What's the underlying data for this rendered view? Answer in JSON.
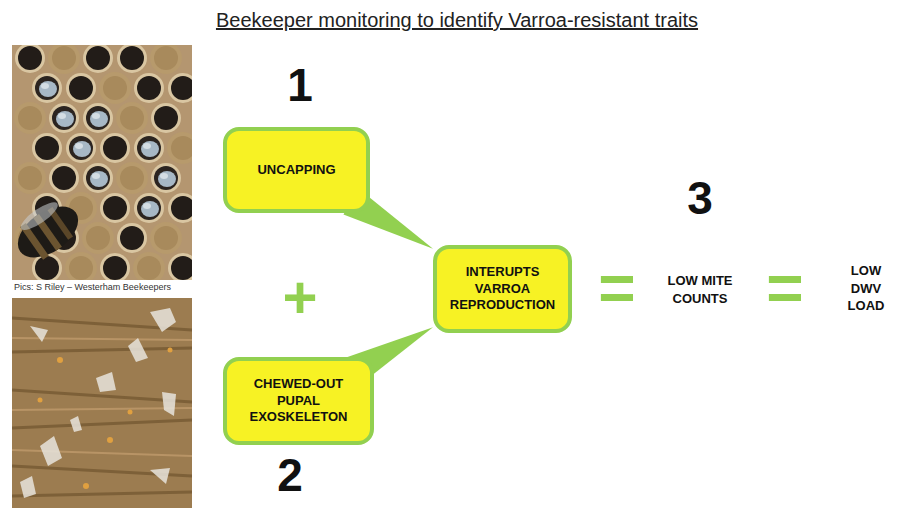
{
  "diagram": {
    "title": "Beekeeper monitoring to identify Varroa-resistant traits",
    "nodes": [
      {
        "text": [
          "UNCAPPING"
        ]
      },
      {
        "text": [
          "INTERUPTS VARROA REPRODUCTION"
        ]
      },
      {
        "text": [
          "CHEWED-OUT PUPAL EXOSKELETON"
        ]
      }
    ],
    "edges": [
      {
        "from": 0,
        "to": 1,
        "arrow": "to"
      },
      {
        "from": 2,
        "to": 1,
        "arrow": "to"
      }
    ],
    "labels": [
      "1",
      "+",
      "2",
      "3",
      "=",
      "LOW MITE COUNTS",
      "=",
      "LOW DWV LOAD",
      "Pics: S Riley – Westerham Beekeepers"
    ]
  }
}
